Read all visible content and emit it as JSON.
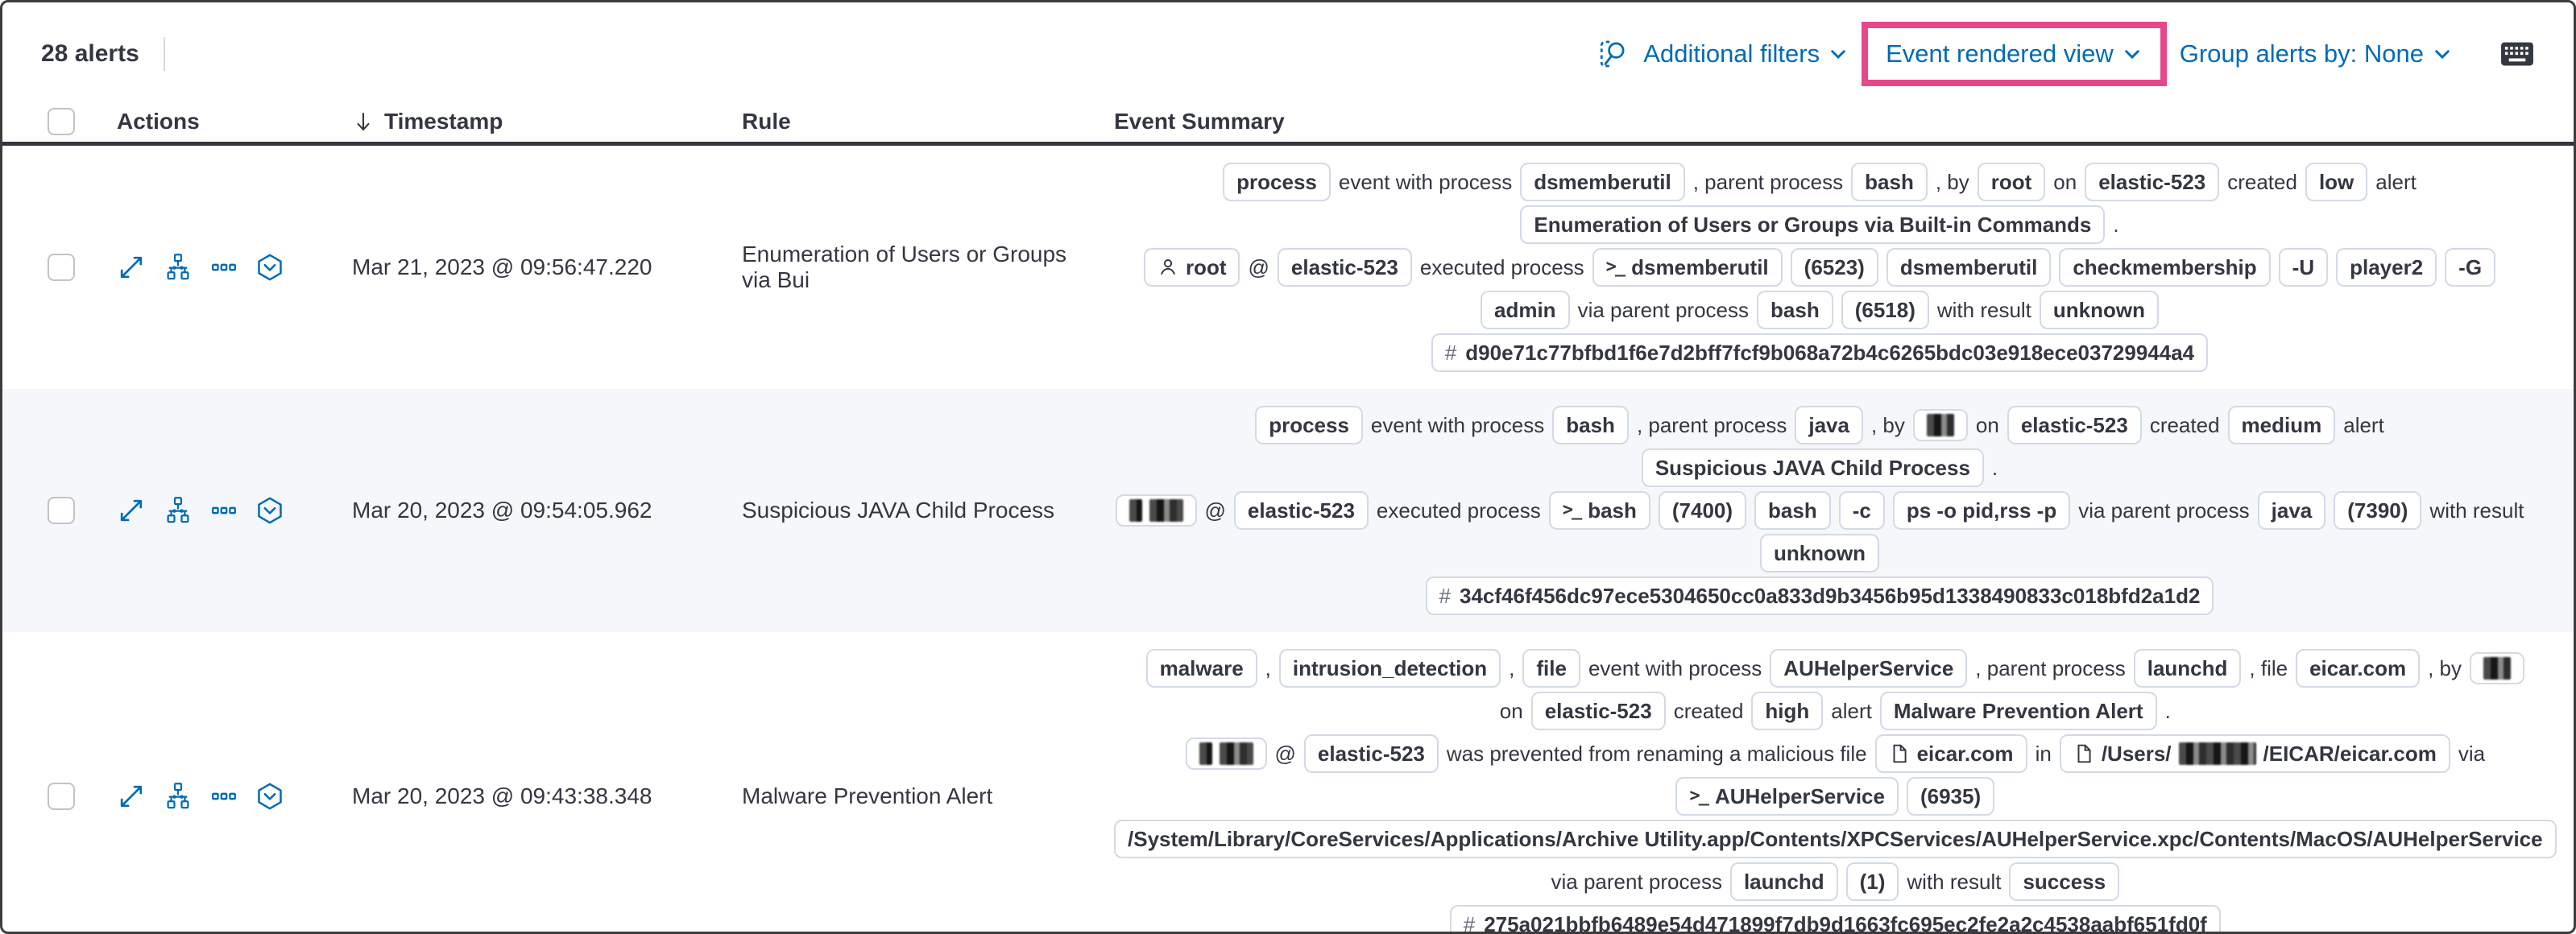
{
  "toolbar": {
    "alert_count": "28 alerts",
    "additional_filters_label": "Additional filters",
    "view_selector_label": "Event rendered view",
    "group_by_label": "Group alerts by: None"
  },
  "header": {
    "actions": "Actions",
    "timestamp": "Timestamp",
    "rule": "Rule",
    "event_summary": "Event Summary"
  },
  "icons": {
    "inspect": "magnifier-over-dashed-document",
    "keyboard": "keyboard",
    "sort_arrow": "↓",
    "chevron": "∨",
    "expand": "diagonal-expand-arrow",
    "analyze_event": "process-tree-graph",
    "more_actions": "three-boxes-horizontal",
    "session_view": "hexagon-with-chevron",
    "user": "person-outline",
    "terminal_prompt": ">_",
    "file": "document-outline",
    "hash_prefix": "#"
  },
  "colors": {
    "highlight_pink": "#e8478b",
    "link_blue": "#006bb4",
    "text_dark": "#343741",
    "badge_border": "#d3dae6",
    "stripe_bg": "#f5f7fa"
  },
  "rows": [
    {
      "timestamp": "Mar 21, 2023 @ 09:56:47.220",
      "rule": "Enumeration of Users or Groups via Bui",
      "lines": [
        [
          {
            "b": "process"
          },
          {
            "x": "event with process"
          },
          {
            "b": "dsmemberutil"
          },
          {
            "x": ", parent process"
          },
          {
            "b": "bash"
          },
          {
            "x": ", by"
          },
          {
            "b": "root"
          },
          {
            "x": "on"
          },
          {
            "b": "elastic-523"
          },
          {
            "x": "created"
          },
          {
            "b": "low"
          },
          {
            "x": "alert"
          }
        ],
        [
          {
            "b": "Enumeration of Users or Groups via Built-in Commands"
          },
          {
            "x": "."
          }
        ],
        [
          {
            "b": "root",
            "i": "user"
          },
          {
            "x": "@"
          },
          {
            "b": "elastic-523"
          },
          {
            "x": "executed process"
          },
          {
            "b": "dsmemberutil",
            "i": "term"
          },
          {
            "b": "(6523)"
          },
          {
            "b": "dsmemberutil"
          },
          {
            "b": "checkmembership"
          },
          {
            "b": "-U"
          },
          {
            "b": "player2"
          },
          {
            "b": "-G"
          }
        ],
        [
          {
            "b": "admin"
          },
          {
            "x": "via parent process"
          },
          {
            "b": "bash"
          },
          {
            "b": "(6518)"
          },
          {
            "x": "with result"
          },
          {
            "b": "unknown"
          }
        ],
        [
          {
            "b": "d90e71c77bfbd1f6e7d2bff7fcf9b068a72b4c6265bdc03e918ece03729944a4",
            "i": "hash"
          }
        ]
      ]
    },
    {
      "timestamp": "Mar 20, 2023 @ 09:54:05.962",
      "rule": "Suspicious JAVA Child Process",
      "lines": [
        [
          {
            "b": "process"
          },
          {
            "x": "event with process"
          },
          {
            "b": "bash"
          },
          {
            "x": ", parent process"
          },
          {
            "b": "java"
          },
          {
            "x": ", by"
          },
          {
            "r": "small"
          },
          {
            "x": "on"
          },
          {
            "b": "elastic-523"
          },
          {
            "x": "created"
          },
          {
            "b": "medium"
          },
          {
            "x": "alert"
          }
        ],
        [
          {
            "b": "Suspicious JAVA Child Process"
          },
          {
            "x": "."
          }
        ],
        [
          {
            "r": "user"
          },
          {
            "x": "@"
          },
          {
            "b": "elastic-523"
          },
          {
            "x": "executed process"
          },
          {
            "b": "bash",
            "i": "term"
          },
          {
            "b": "(7400)"
          },
          {
            "b": "bash"
          },
          {
            "b": "-c"
          },
          {
            "b": "ps -o pid,rss -p"
          },
          {
            "x": "via parent process"
          },
          {
            "b": "java"
          },
          {
            "b": "(7390)"
          },
          {
            "x": "with result"
          }
        ],
        [
          {
            "b": "unknown"
          }
        ],
        [
          {
            "b": "34cf46f456dc97ece5304650cc0a833d9b3456b95d1338490833c018bfd2a1d2",
            "i": "hash"
          }
        ]
      ]
    },
    {
      "timestamp": "Mar 20, 2023 @ 09:43:38.348",
      "rule": "Malware Prevention Alert",
      "lines": [
        [
          {
            "b": "malware"
          },
          {
            "x": ","
          },
          {
            "b": "intrusion_detection"
          },
          {
            "x": ","
          },
          {
            "b": "file"
          },
          {
            "x": "event with process"
          },
          {
            "b": "AUHelperService"
          },
          {
            "x": ", parent process"
          },
          {
            "b": "launchd"
          },
          {
            "x": ", file"
          },
          {
            "b": "eicar.com"
          },
          {
            "x": ", by"
          },
          {
            "r": "small"
          }
        ],
        [
          {
            "x": "on"
          },
          {
            "b": "elastic-523"
          },
          {
            "x": "created"
          },
          {
            "b": "high"
          },
          {
            "x": "alert"
          },
          {
            "b": "Malware Prevention Alert"
          },
          {
            "x": "."
          }
        ],
        [
          {
            "r": "user"
          },
          {
            "x": "@"
          },
          {
            "b": "elastic-523"
          },
          {
            "x": "was prevented from renaming a malicious file"
          },
          {
            "b": "eicar.com",
            "i": "file"
          },
          {
            "x": "in"
          },
          {
            "i": "file",
            "parts": [
              {
                "v": "/Users/"
              },
              {
                "px": 96
              },
              {
                "v": "/EICAR/eicar.com"
              }
            ]
          },
          {
            "x": "via"
          }
        ],
        [
          {
            "b": "AUHelperService",
            "i": "term"
          },
          {
            "b": "(6935)"
          }
        ],
        [
          {
            "b": "/System/Library/CoreServices/Applications/Archive Utility.app/Contents/XPCServices/AUHelperService.xpc/Contents/MacOS/AUHelperService"
          }
        ],
        [
          {
            "x": "via parent process"
          },
          {
            "b": "launchd"
          },
          {
            "b": "(1)"
          },
          {
            "x": "with result"
          },
          {
            "b": "success"
          }
        ],
        [
          {
            "b": "275a021bbfb6489e54d471899f7db9d1663fc695ec2fe2a2c4538aabf651fd0f",
            "i": "hash"
          }
        ]
      ]
    }
  ]
}
